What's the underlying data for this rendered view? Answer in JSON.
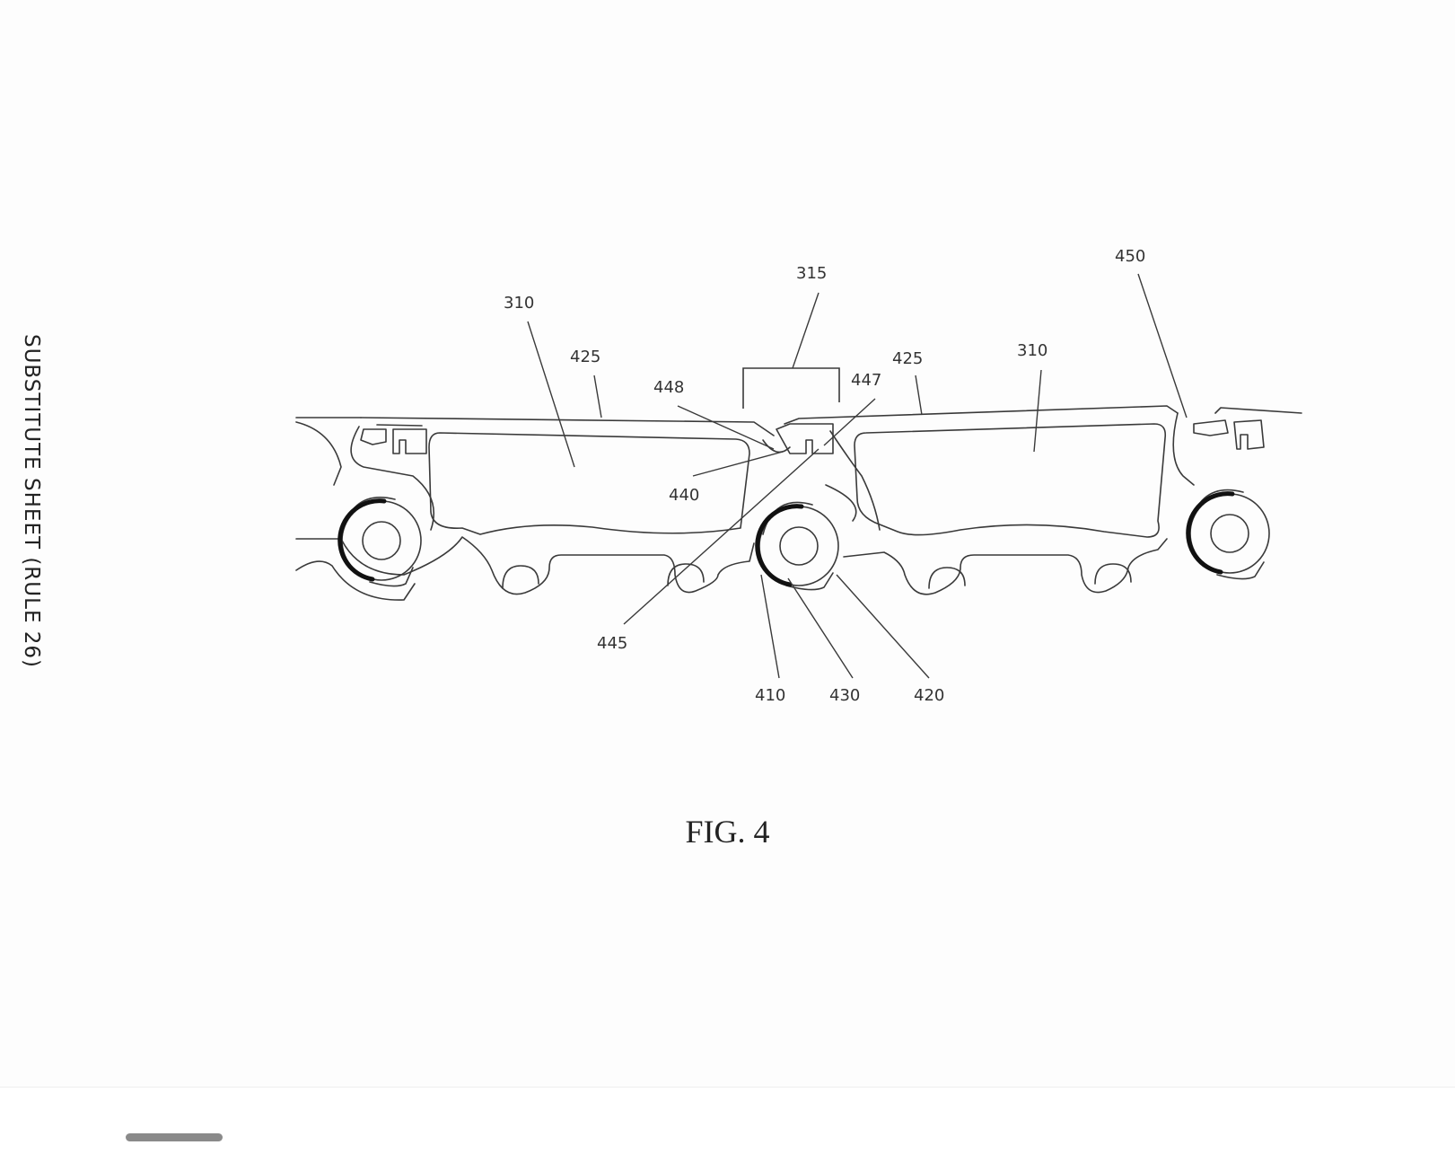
{
  "page": {
    "side_note": "SUBSTITUTE SHEET (RULE 26)",
    "figure_caption": "FIG. 4"
  },
  "labels": {
    "l315": "315",
    "l450": "450",
    "l310_left": "310",
    "l310_right": "310",
    "l425_left": "425",
    "l425_right": "425",
    "l448": "448",
    "l447": "447",
    "l440": "440",
    "l445": "445",
    "l410": "410",
    "l430": "430",
    "l420": "420"
  },
  "colors": {
    "line": "#3a3a3a",
    "background": "#fdfdfd",
    "home_indicator": "#8a8a8a"
  }
}
